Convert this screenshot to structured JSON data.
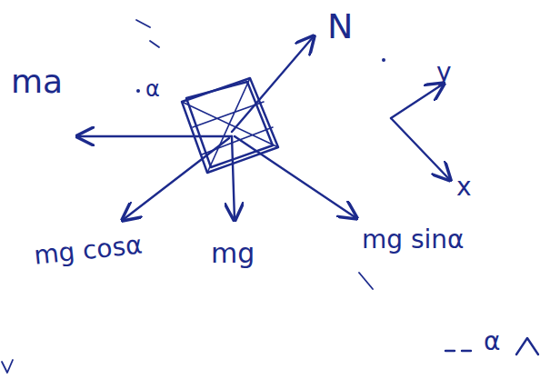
{
  "diagram": {
    "labels": [
      "N",
      "ma",
      "α",
      "y",
      "x",
      "mg cosα",
      "mg",
      "mg sinα",
      "α"
    ]
  }
}
